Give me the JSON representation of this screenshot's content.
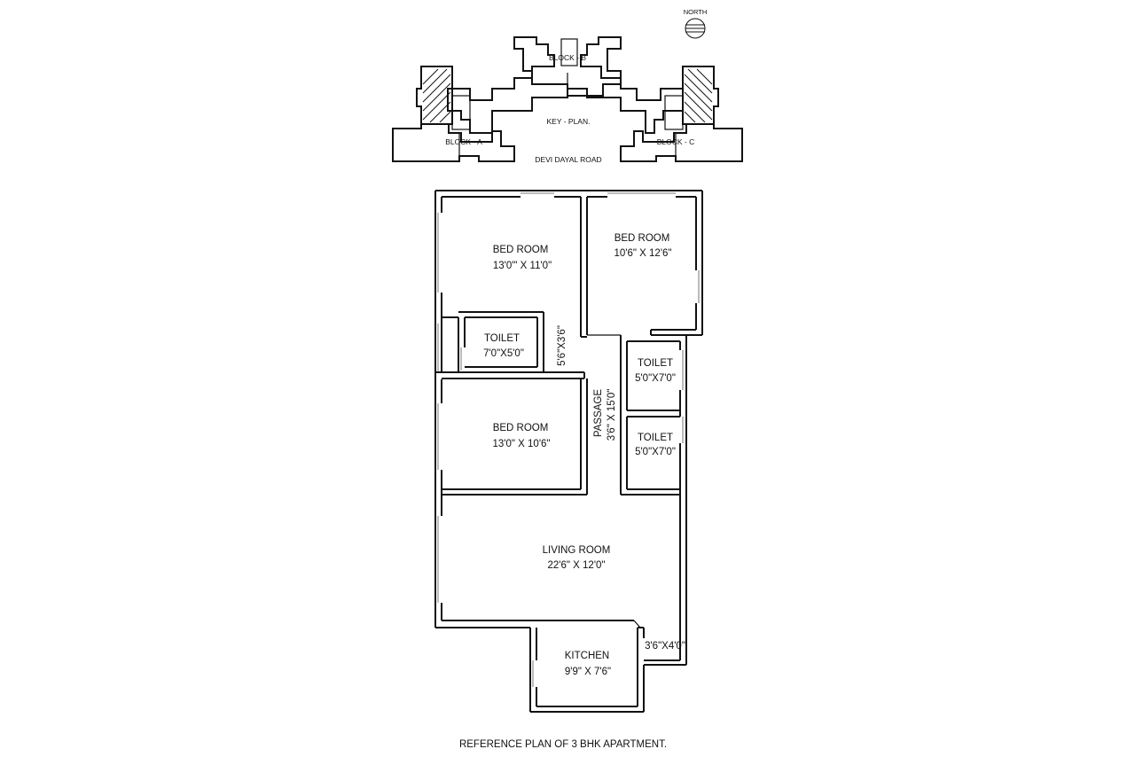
{
  "key_plan": {
    "north_label": "NORTH",
    "title": "KEY - PLAN.",
    "block_a": "BLOCK - A",
    "block_b": "BLOCK - B",
    "block_c": "BLOCK - C",
    "road": "DEVI DAYAL ROAD"
  },
  "rooms": {
    "bedroom_1": {
      "name": "BED ROOM",
      "size": "13'0\"' X 11'0\""
    },
    "bedroom_2": {
      "name": "BED ROOM",
      "size": "10'6\" X 12'6\""
    },
    "toilet_1": {
      "name": "TOILET",
      "size": "7'0\"X5'0\""
    },
    "lobby_dim": "5'6\"X3'6\"",
    "toilet_2": {
      "name": "TOILET",
      "size": "5'0\"X7'0\""
    },
    "passage": {
      "name": "PASSAGE",
      "size": "3'6\" X 15'0\""
    },
    "bedroom_3": {
      "name": "BED ROOM",
      "size": "13'0\" X 10'6\""
    },
    "toilet_3": {
      "name": "TOILET",
      "size": "5'0\"X7'0\""
    },
    "living": {
      "name": "LIVING ROOM",
      "size": "22'6\" X 12'0\""
    },
    "kitchen": {
      "name": "KITCHEN",
      "size": "9'9\" X 7'6\""
    },
    "utility_dim": "3'6\"X4'0\""
  },
  "caption": "REFERENCE PLAN OF 3  BHK APARTMENT."
}
